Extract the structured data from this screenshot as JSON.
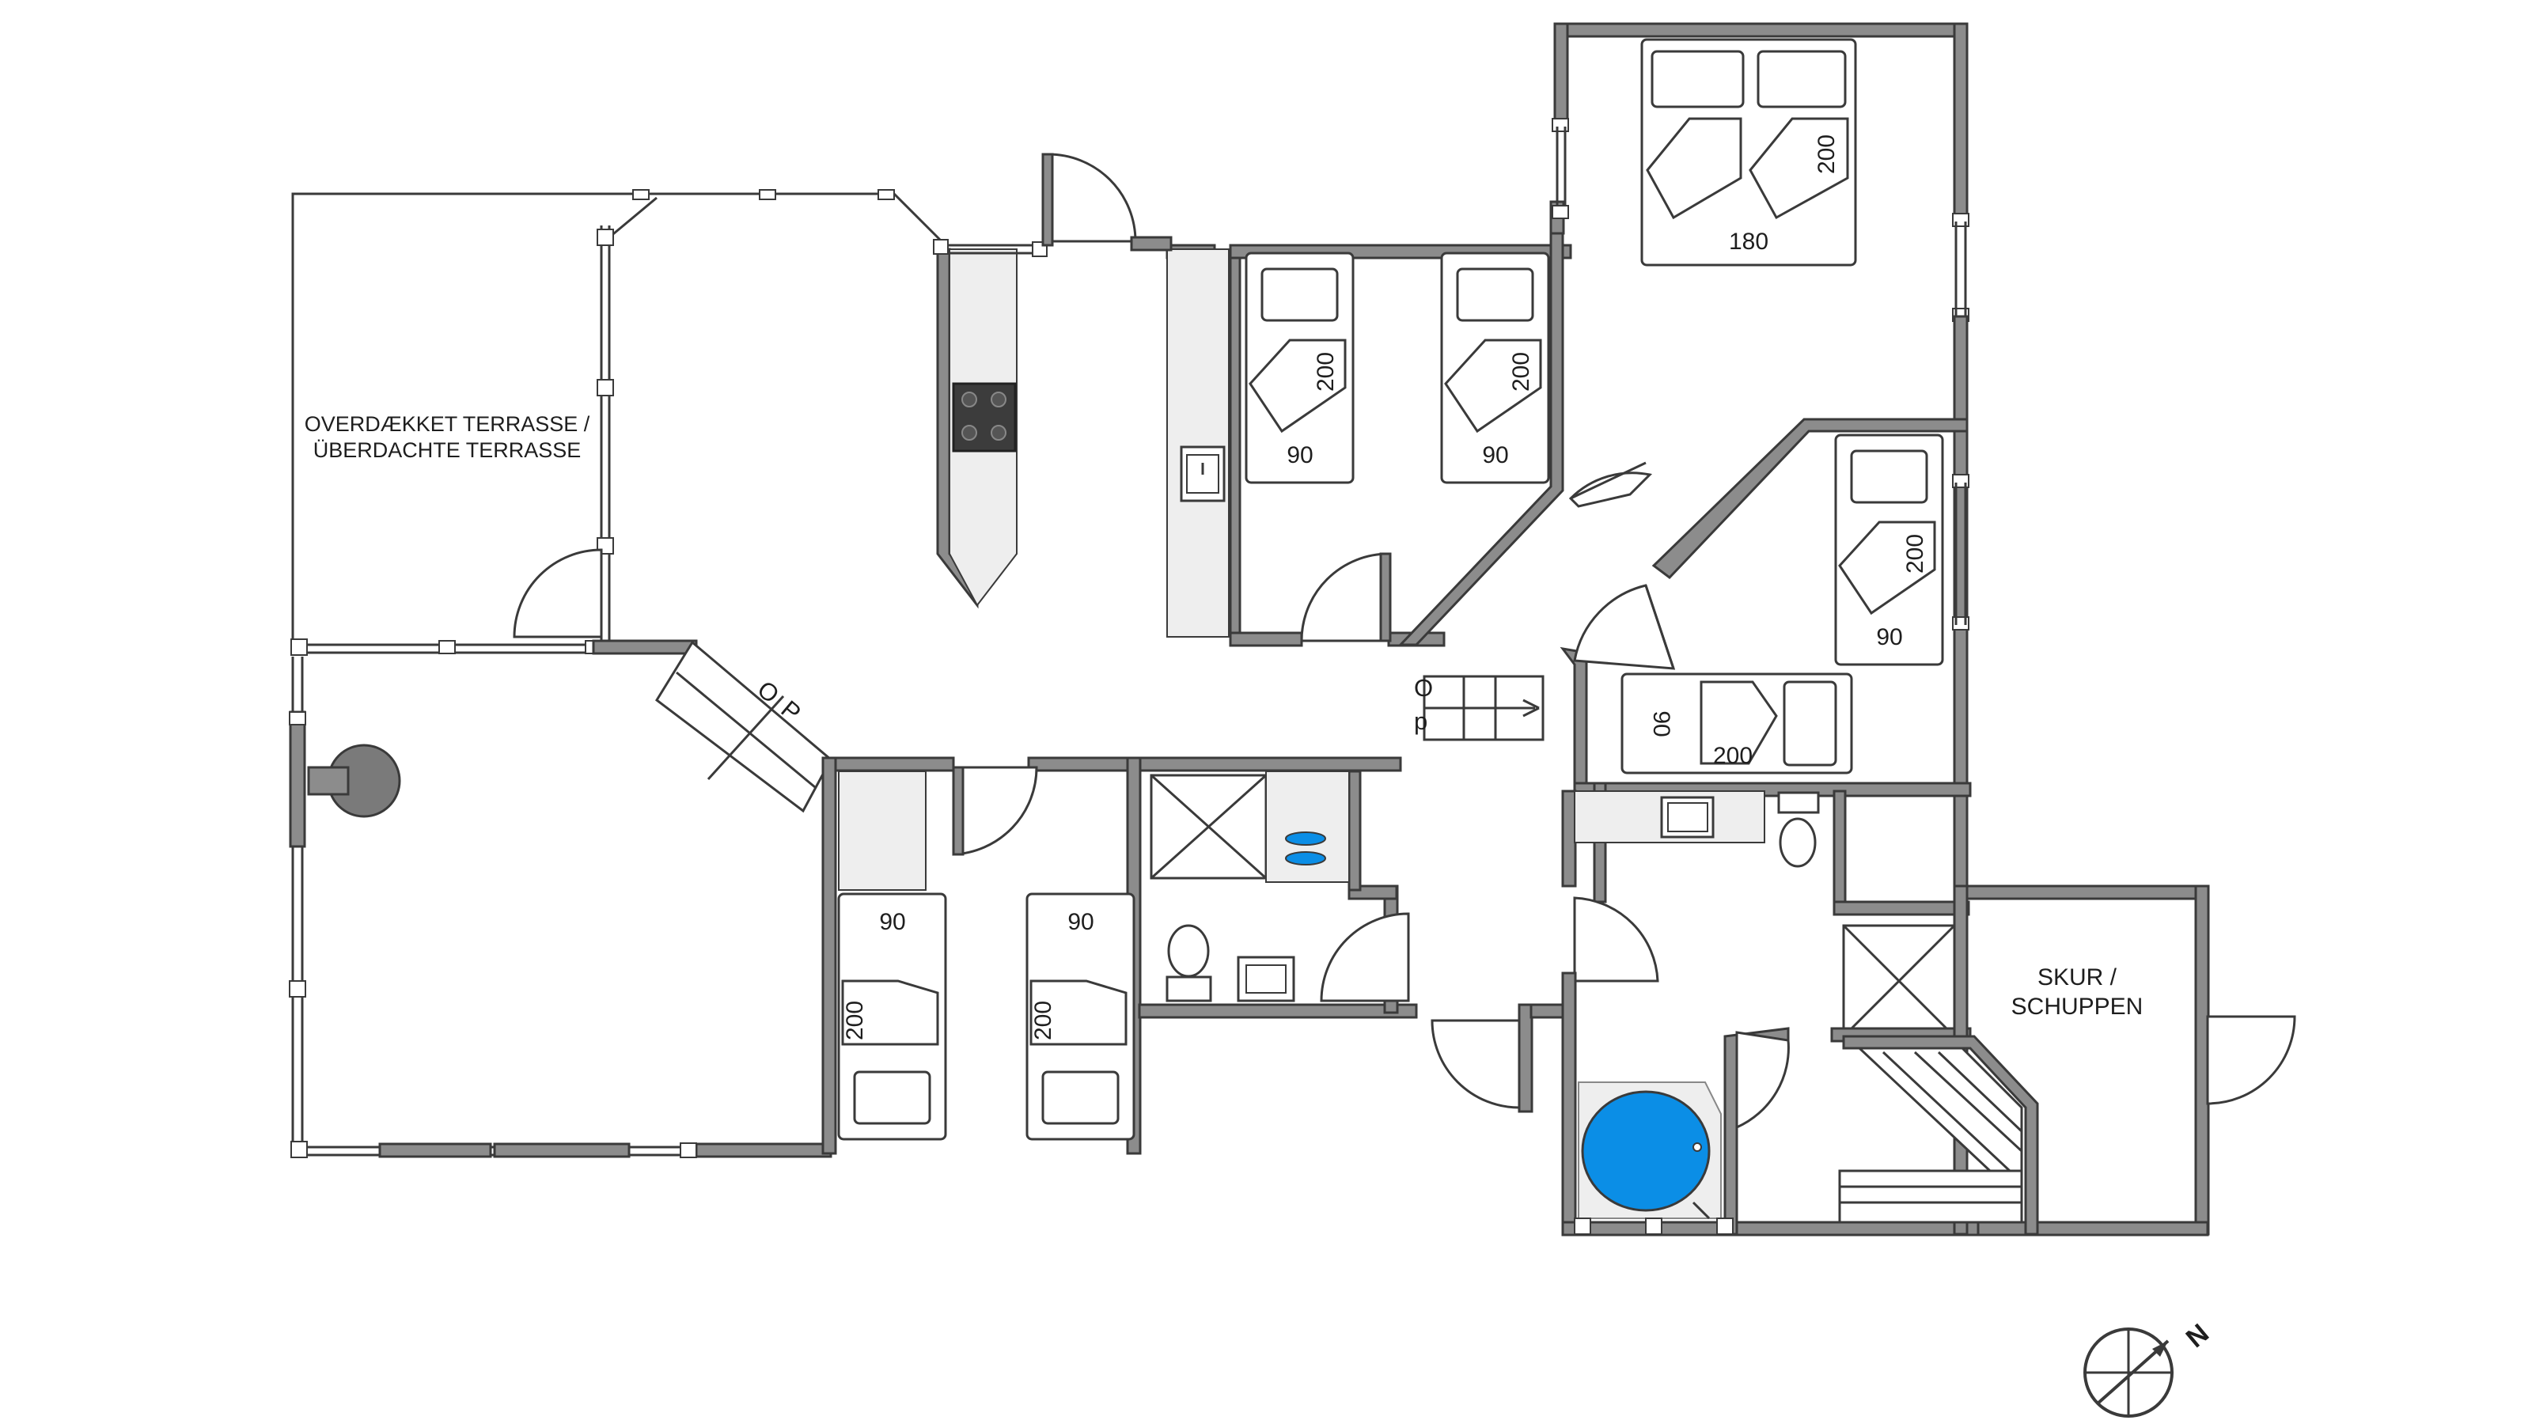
{
  "rooms": {
    "terrace_line1": "OVERDÆKKET TERRASSE /",
    "terrace_line2": "ÜBERDACHTE TERRASSE",
    "shed_line1": "SKUR /",
    "shed_line2": "SCHUPPEN"
  },
  "stairs": {
    "ramp_up": "O",
    "ramp_down": "P",
    "hall_up": "O",
    "hall_down": "p"
  },
  "beds": {
    "master_width": "180",
    "master_length": "200",
    "room2_bed1_width": "90",
    "room2_bed1_length": "200",
    "room2_bed2_width": "90",
    "room2_bed2_length": "200",
    "room3_bed1_width": "90",
    "room3_bed1_length": "200",
    "room3_bed2_width": "90",
    "room3_bed2_length": "200",
    "room4_bed1_width": "90",
    "room4_bed1_length": "200",
    "room4_bed2_width": "90",
    "room4_bed2_length": "200"
  },
  "compass": {
    "north": "N"
  },
  "colors": {
    "wall": "#8c8c8c",
    "spa": "#0b8ee6",
    "stove": "#3c3c3c"
  }
}
